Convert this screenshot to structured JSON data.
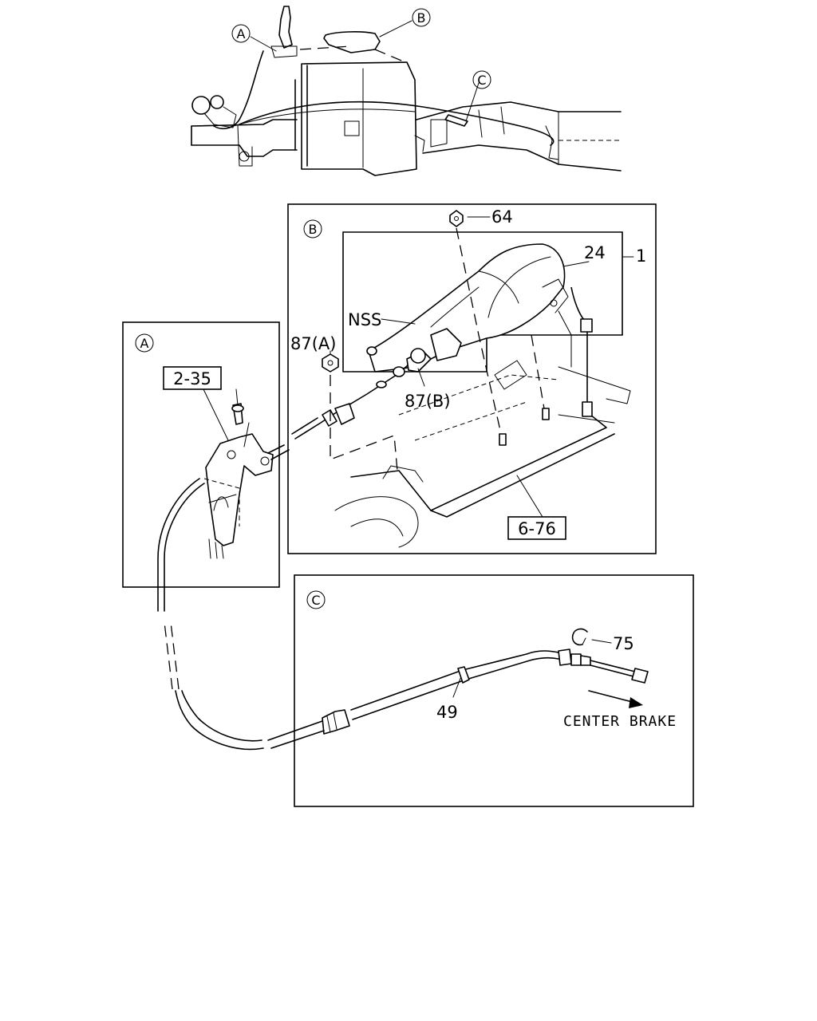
{
  "overview": {
    "callout_a": "A",
    "callout_b": "B",
    "callout_c": "C"
  },
  "panel_b": {
    "letter": "B",
    "labels": {
      "nut_top": "64",
      "part_24": "24",
      "assembly_1": "1",
      "nss": "NSS",
      "nut_a": "87(A)",
      "nut_b": "87(B)",
      "ref_box": "6-76"
    }
  },
  "panel_a": {
    "letter": "A",
    "ref_box": "2-35"
  },
  "panel_c": {
    "letter": "C",
    "labels": {
      "clip": "75",
      "cable": "49"
    },
    "direction_text": "CENTER BRAKE"
  }
}
